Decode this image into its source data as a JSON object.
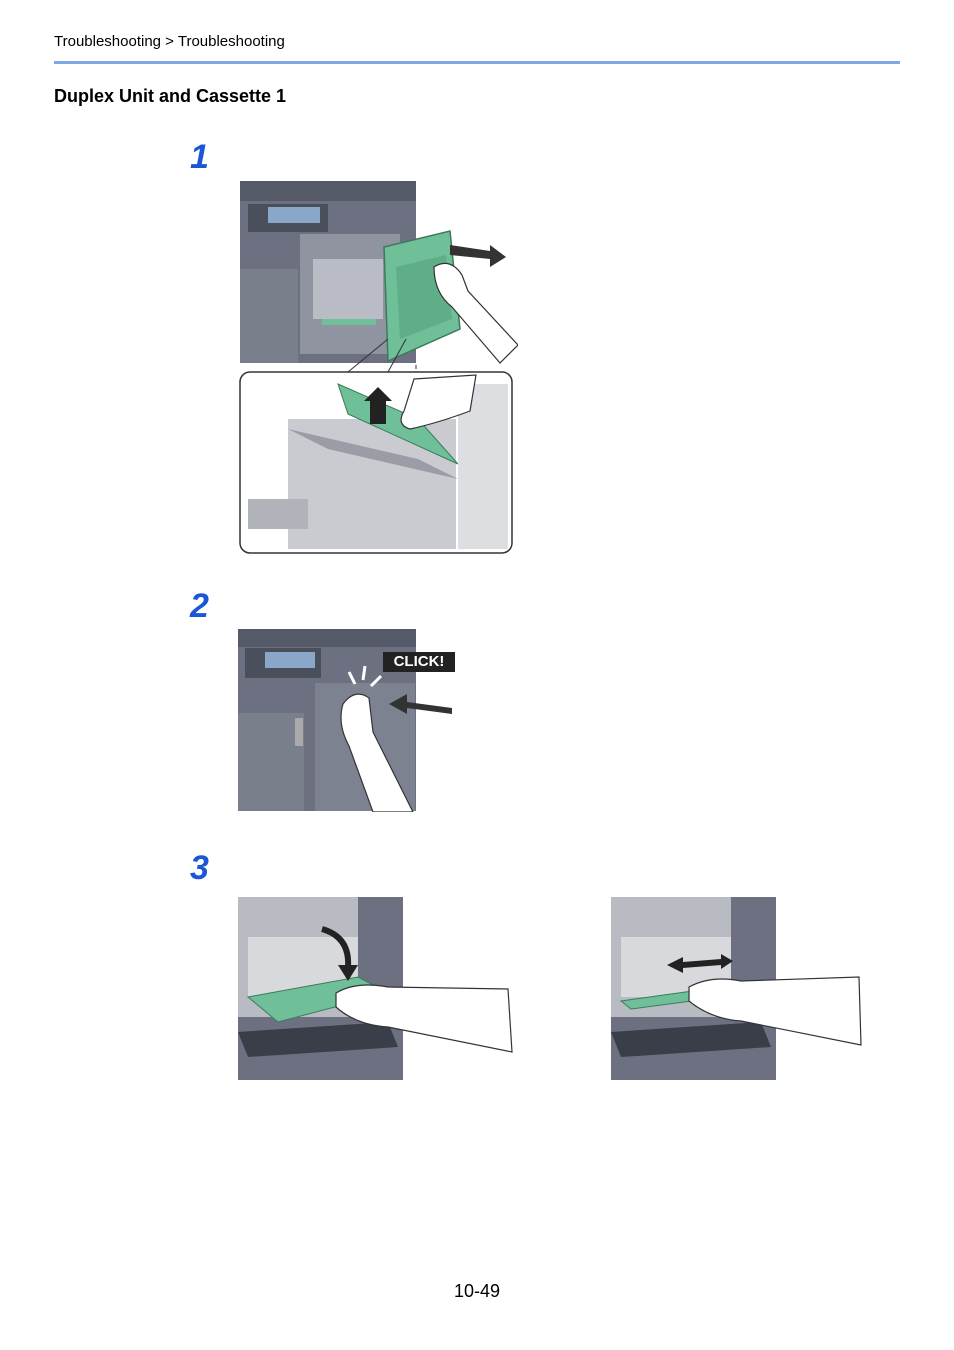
{
  "header": {
    "breadcrumb": "Troubleshooting > Troubleshooting"
  },
  "section": {
    "title": "Duplex Unit and Cassette 1"
  },
  "steps": [
    {
      "number": "1"
    },
    {
      "number": "2",
      "callout": "CLICK!"
    },
    {
      "number": "3"
    }
  ],
  "footer": {
    "page_number": "10-49"
  },
  "colors": {
    "accent_rule": "#7fa7e8",
    "step_number": "#1a56d6",
    "paper_green": "#6fbf98",
    "machine": "#6c7080"
  }
}
